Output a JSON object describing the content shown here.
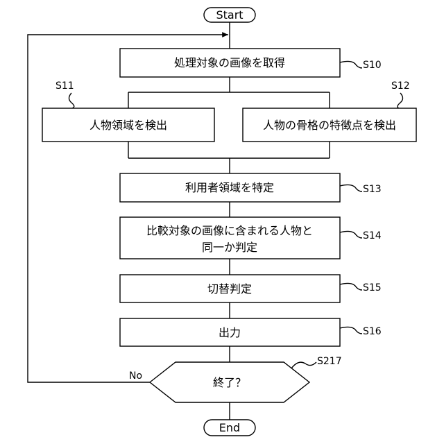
{
  "flowchart": {
    "start": "Start",
    "end": "End",
    "steps": {
      "s10": {
        "label": "処理対象の画像を取得",
        "ref": "S10"
      },
      "s11": {
        "label": "人物領域を検出",
        "ref": "S11"
      },
      "s12": {
        "label": "人物の骨格の特徴点を検出",
        "ref": "S12"
      },
      "s13": {
        "label": "利用者領域を特定",
        "ref": "S13"
      },
      "s14": {
        "label_line1": "比較対象の画像に含まれる人物と",
        "label_line2": "同一か判定",
        "ref": "S14"
      },
      "s15": {
        "label": "切替判定",
        "ref": "S15"
      },
      "s16": {
        "label": "出力",
        "ref": "S16"
      }
    },
    "decision": {
      "label": "終了？",
      "ref": "S217",
      "no_label": "No"
    }
  }
}
